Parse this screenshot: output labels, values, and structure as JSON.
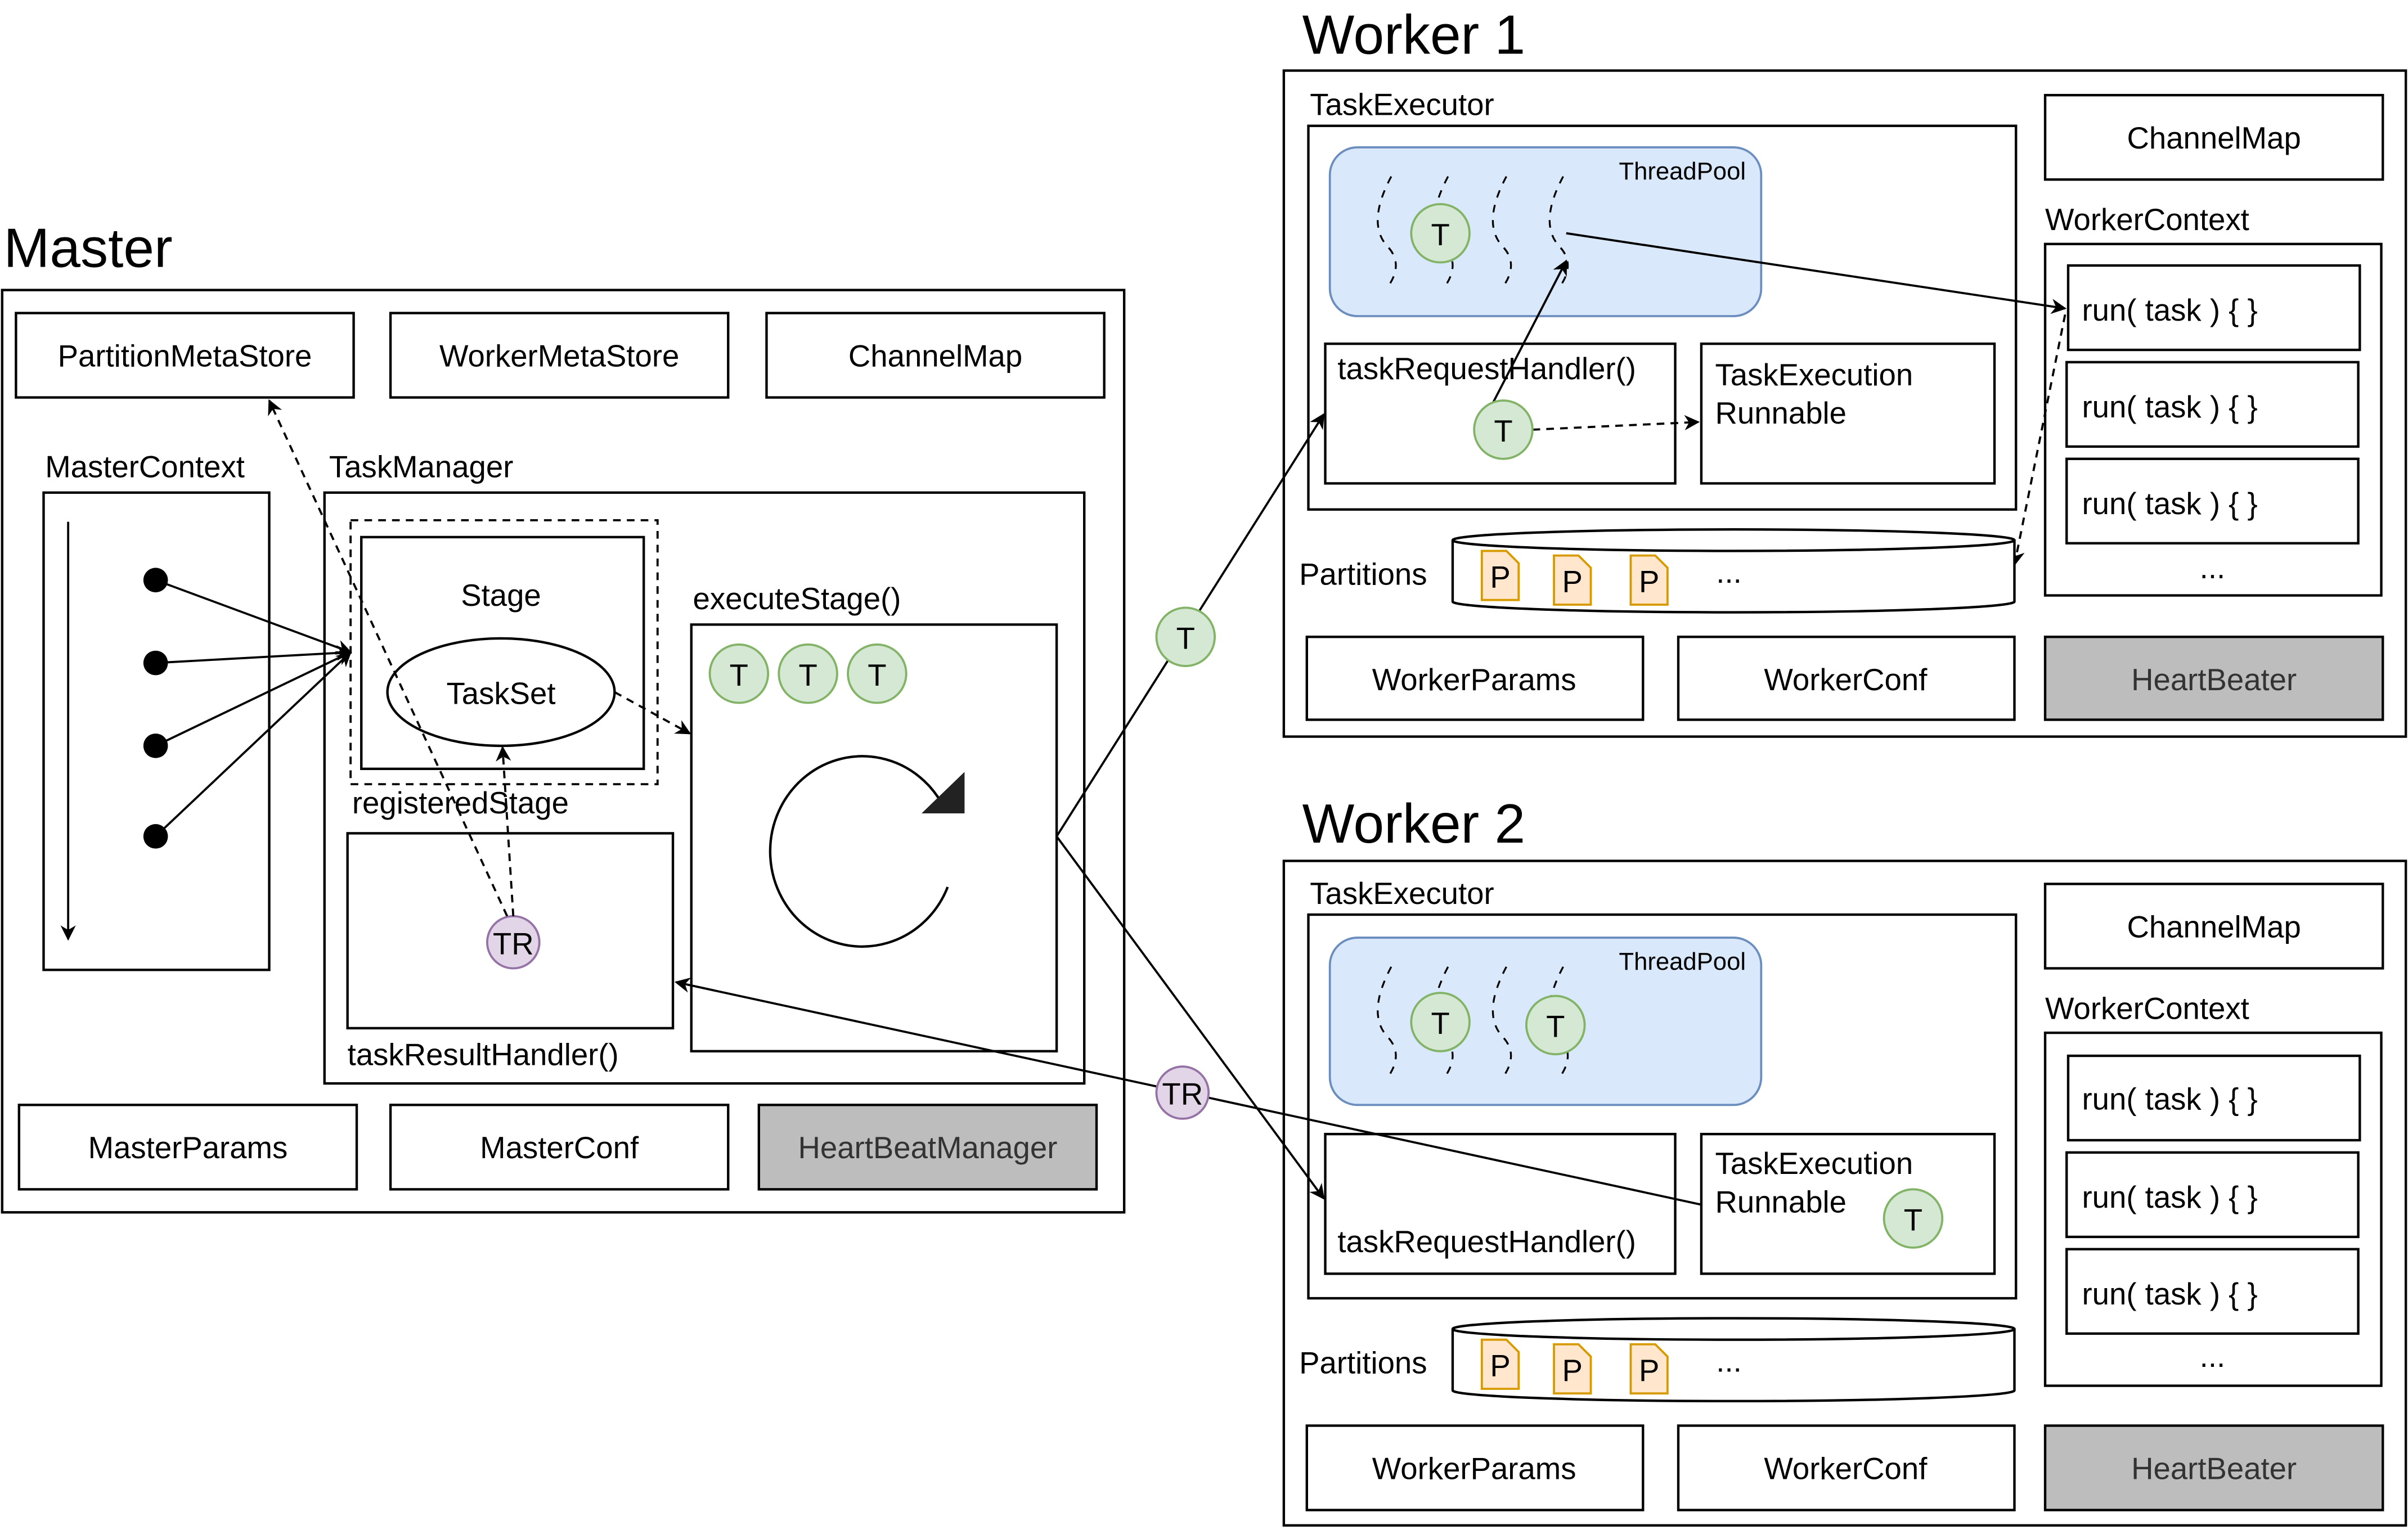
{
  "master": {
    "title": "Master",
    "partition_meta_store": "PartitionMetaStore",
    "worker_meta_store": "WorkerMetaStore",
    "channel_map": "ChannelMap",
    "master_context": "MasterContext",
    "task_manager": "TaskManager",
    "stage": "Stage",
    "task_set": "TaskSet",
    "registered_stage": "registeredStage",
    "execute_stage": "executeStage()",
    "task_result_handler": "taskResultHandler()",
    "master_params": "MasterParams",
    "master_conf": "MasterConf",
    "heartbeat_manager": "HeartBeatManager",
    "task_tokens": [
      "T",
      "T",
      "T"
    ],
    "task_result_token": "TR"
  },
  "connectors": {
    "task_token": "T",
    "task_result_token": "TR"
  },
  "workers": [
    {
      "title": "Worker 1",
      "task_executor": "TaskExecutor",
      "thread_pool": "ThreadPool",
      "thread_tokens": [
        "T"
      ],
      "task_request_handler": "taskRequestHandler()",
      "handler_token": "T",
      "task_execution_runnable_line1": "TaskExecution",
      "task_execution_runnable_line2": "Runnable",
      "channel_map": "ChannelMap",
      "worker_context": "WorkerContext",
      "run_items": [
        "run( task ) { }",
        "run( task ) { }",
        "run( task ) { }"
      ],
      "run_more": "...",
      "partitions_label": "Partitions",
      "partition_items": [
        "P",
        "P",
        "P"
      ],
      "partition_more": "...",
      "worker_params": "WorkerParams",
      "worker_conf": "WorkerConf",
      "heartbeater": "HeartBeater"
    },
    {
      "title": "Worker 2",
      "task_executor": "TaskExecutor",
      "thread_pool": "ThreadPool",
      "thread_tokens": [
        "T",
        "T"
      ],
      "task_request_handler": "taskRequestHandler()",
      "runnable_token": "T",
      "task_execution_runnable_line1": "TaskExecution",
      "task_execution_runnable_line2": "Runnable",
      "channel_map": "ChannelMap",
      "worker_context": "WorkerContext",
      "run_items": [
        "run( task ) { }",
        "run( task ) { }",
        "run( task ) { }"
      ],
      "run_more": "...",
      "partitions_label": "Partitions",
      "partition_items": [
        "P",
        "P",
        "P"
      ],
      "partition_more": "...",
      "worker_params": "WorkerParams",
      "worker_conf": "WorkerConf",
      "heartbeater": "HeartBeater"
    }
  ],
  "colors": {
    "thread_pool_fill": "#dae8fc",
    "thread_pool_stroke": "#6c8ebf",
    "task_fill": "#d5e8d4",
    "task_stroke": "#82b366",
    "task_result_fill": "#e1d5e7",
    "task_result_stroke": "#9673a6",
    "partition_fill": "#ffe6cc",
    "partition_stroke": "#d79b00",
    "heartbeat_fill": "#bdbdbd"
  }
}
